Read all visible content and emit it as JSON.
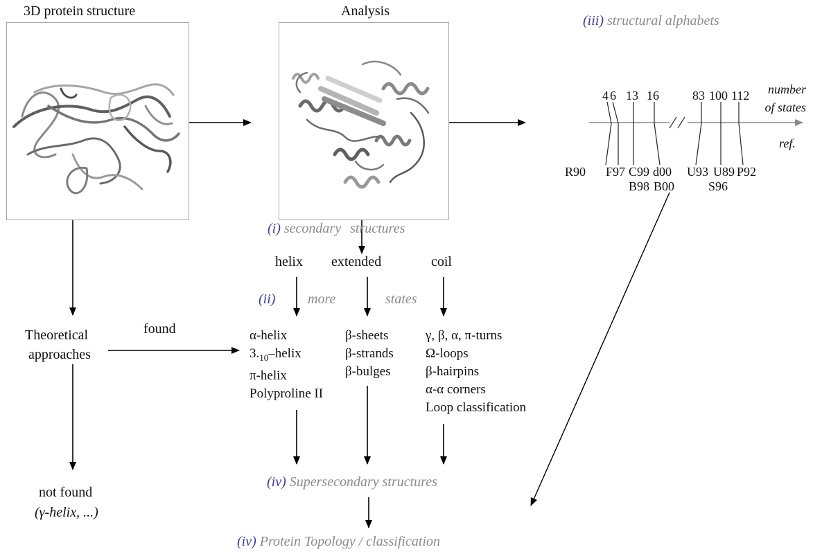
{
  "headers": {
    "structure": "3D protein structure",
    "analysis": "Analysis"
  },
  "sa_heading": {
    "num": "(iii)",
    "text": "structural alphabets"
  },
  "ss_heading": {
    "num": "(i)",
    "text": "secondary",
    "text2": "structures"
  },
  "more_states": {
    "num": "(ii)",
    "more": "more",
    "states": "states"
  },
  "classes": {
    "helix": "helix",
    "extended": "extended",
    "coil": "coil"
  },
  "lists": {
    "helix": [
      "α-helix",
      "3.",
      "10",
      "–helix",
      "π-helix",
      "Polyproline II"
    ],
    "extended": [
      "β-sheets",
      "β-strands",
      "β-bulges"
    ],
    "coil": [
      "γ, β, α, π-turns",
      "Ω-loops",
      "β-hairpins",
      "α-α corners",
      "Loop classification"
    ]
  },
  "theory": {
    "line1": "Theoretical",
    "line2": "approaches",
    "found": "found",
    "not_found": "not found",
    "example": "(γ-helix, ...)"
  },
  "supersecondary": {
    "num": "(iv)",
    "text": "Supersecondary structures"
  },
  "topology": {
    "num": "(iv)",
    "text": "Protein Topology / classification"
  },
  "axis": {
    "top_numbers": [
      "4",
      "6",
      "13",
      "16",
      "83",
      "100",
      "112"
    ],
    "number_label_1": "number",
    "number_label_2": "of states",
    "ref_label": "ref.",
    "refs_row1": [
      "R90",
      "F97",
      "C99",
      "d00",
      "U93",
      "U89",
      "P92"
    ],
    "refs_row2": [
      "B98",
      "B00",
      "S96"
    ]
  },
  "colors": {
    "roman": "#3a3aa8",
    "italic_grey": "#8a8a8a",
    "ribbon": "#6e6e6e"
  }
}
